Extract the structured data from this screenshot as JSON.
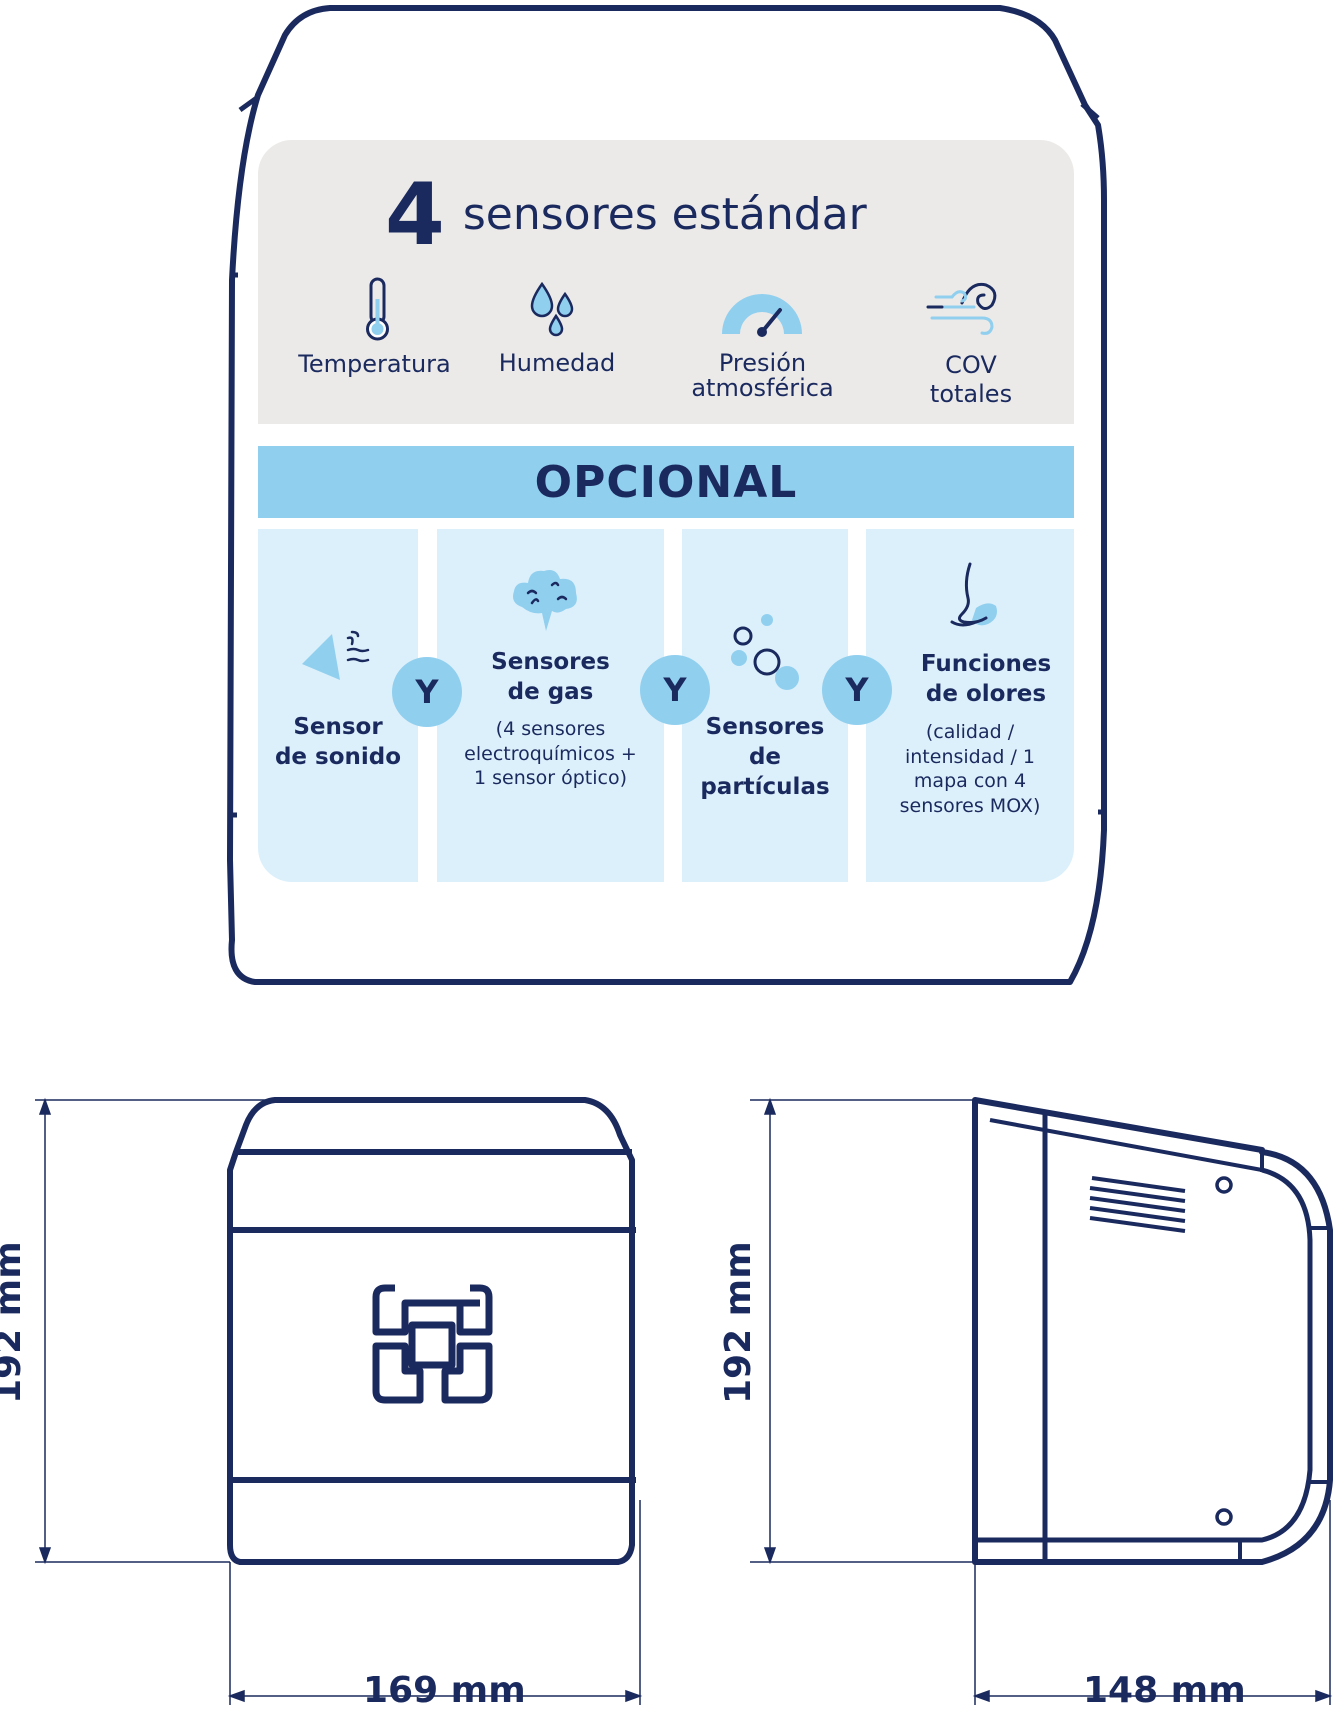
{
  "standard": {
    "count": "4",
    "title": "sensores estándar",
    "items": [
      {
        "icon": "thermometer-icon",
        "lines": [
          "Temperatura"
        ]
      },
      {
        "icon": "water-drops-icon",
        "lines": [
          "Humedad"
        ]
      },
      {
        "icon": "pressure-gauge-icon",
        "lines": [
          "Presión",
          "atmosférica"
        ]
      },
      {
        "icon": "wind-swirl-icon",
        "lines": [
          "COV",
          "totales"
        ]
      }
    ]
  },
  "optional": {
    "title": "OPCIONAL",
    "connector": "Y",
    "columns": [
      {
        "icon": "speaker-sound-icon",
        "title": [
          "Sensor",
          "de sonido"
        ],
        "desc": []
      },
      {
        "icon": "gas-cloud-icon",
        "title": [
          "Sensores",
          "de gas"
        ],
        "desc": [
          "(4 sensores",
          "electroquímicos +",
          "1 sensor óptico)"
        ]
      },
      {
        "icon": "particles-icon",
        "title": [
          "Sensores",
          "de",
          "partículas"
        ],
        "desc": []
      },
      {
        "icon": "nose-icon",
        "title": [
          "Funciones",
          "de olores"
        ],
        "desc": [
          "(calidad /",
          "intensidad / 1",
          "mapa con 4",
          "sensores MOX)"
        ]
      }
    ]
  },
  "dimensions": {
    "front_height": "192 mm",
    "front_width": "169 mm",
    "side_height": "192 mm",
    "side_depth": "148 mm"
  },
  "colors": {
    "navy": "#1b2a5e",
    "light_blue": "#91cfef",
    "pale_blue": "#dcf0fb",
    "gray_panel": "#ebeae8"
  }
}
